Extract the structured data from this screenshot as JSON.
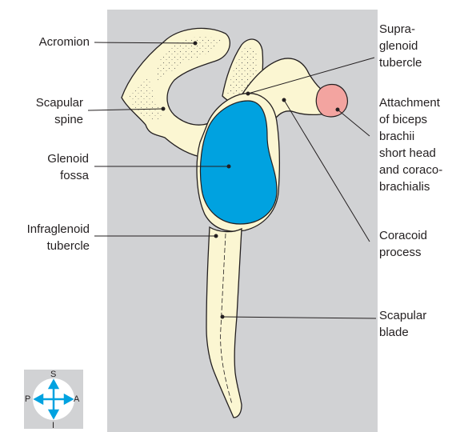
{
  "labels": {
    "acromion": "Acromion",
    "scapular_spine": "Scapular\nspine",
    "glenoid_fossa": "Glenoid\nfossa",
    "infraglenoid_tubercle": "Infraglenoid\ntubercle",
    "supraglenoid_tubercle": "Supra-\nglenoid\ntubercle",
    "attachment_biceps": "Attachment\nof biceps\nbrachii\nshort head\nand coraco-\nbrachialis",
    "coracoid_process": "Coracoid\nprocess",
    "scapular_blade": "Scapular\nblade"
  },
  "compass": {
    "superior": "S",
    "inferior": "I",
    "posterior": "P",
    "anterior": "A"
  },
  "colors": {
    "background_panel": "#d1d2d4",
    "bone": "#fbf6d2",
    "glenoid_fossa": "#00a2e0",
    "muscle_attachment": "#f3a4a0",
    "compass_arrow": "#00a2e0"
  }
}
